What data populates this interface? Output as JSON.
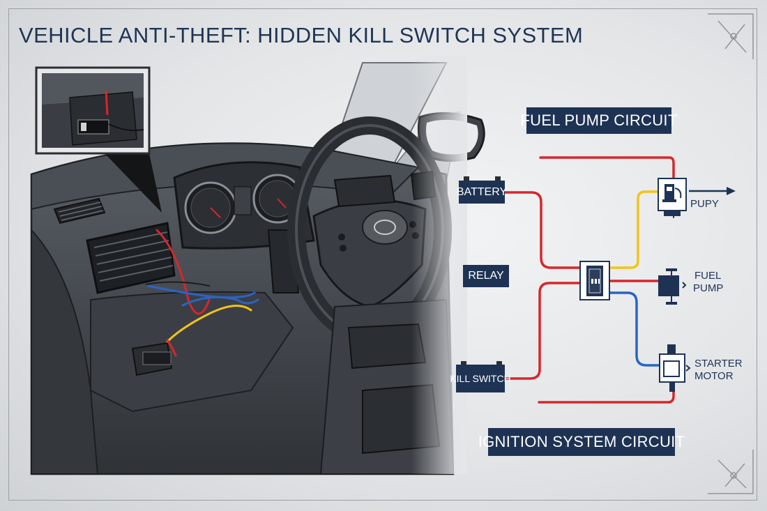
{
  "title": "VEHICLE ANTI-THEFT:  HIDDEN KILL SWITCH SYSTEM",
  "labels": {
    "fuel_pump_circuit": "FUEL PUMP CIRCUIT",
    "ignition_system_circuit": "IGNITION SYSTEM CIRCUIT",
    "battery": "BATTERY",
    "relay": "RELAY",
    "kill_switch": "KILL SWITCH",
    "pupy": "PUPY",
    "fuel_pump_line1": "FUEL",
    "fuel_pump_line2": "PUMP",
    "starter_line1": "STARTER",
    "starter_line2": "MOTOR"
  },
  "colors": {
    "title": "#1f3554",
    "tag_bg": "#1e3354",
    "wire_red": "#d7262b",
    "wire_yellow": "#f2c418",
    "wire_blue": "#2a64c4",
    "interior_dark": "#3a3e44"
  },
  "icons": [
    "dashboard-illustration",
    "inset-switch-closeup",
    "battery-icon",
    "relay-switch-icon",
    "pump-icon",
    "fuel-pump-icon",
    "starter-motor-icon",
    "arrow-right-icon"
  ]
}
